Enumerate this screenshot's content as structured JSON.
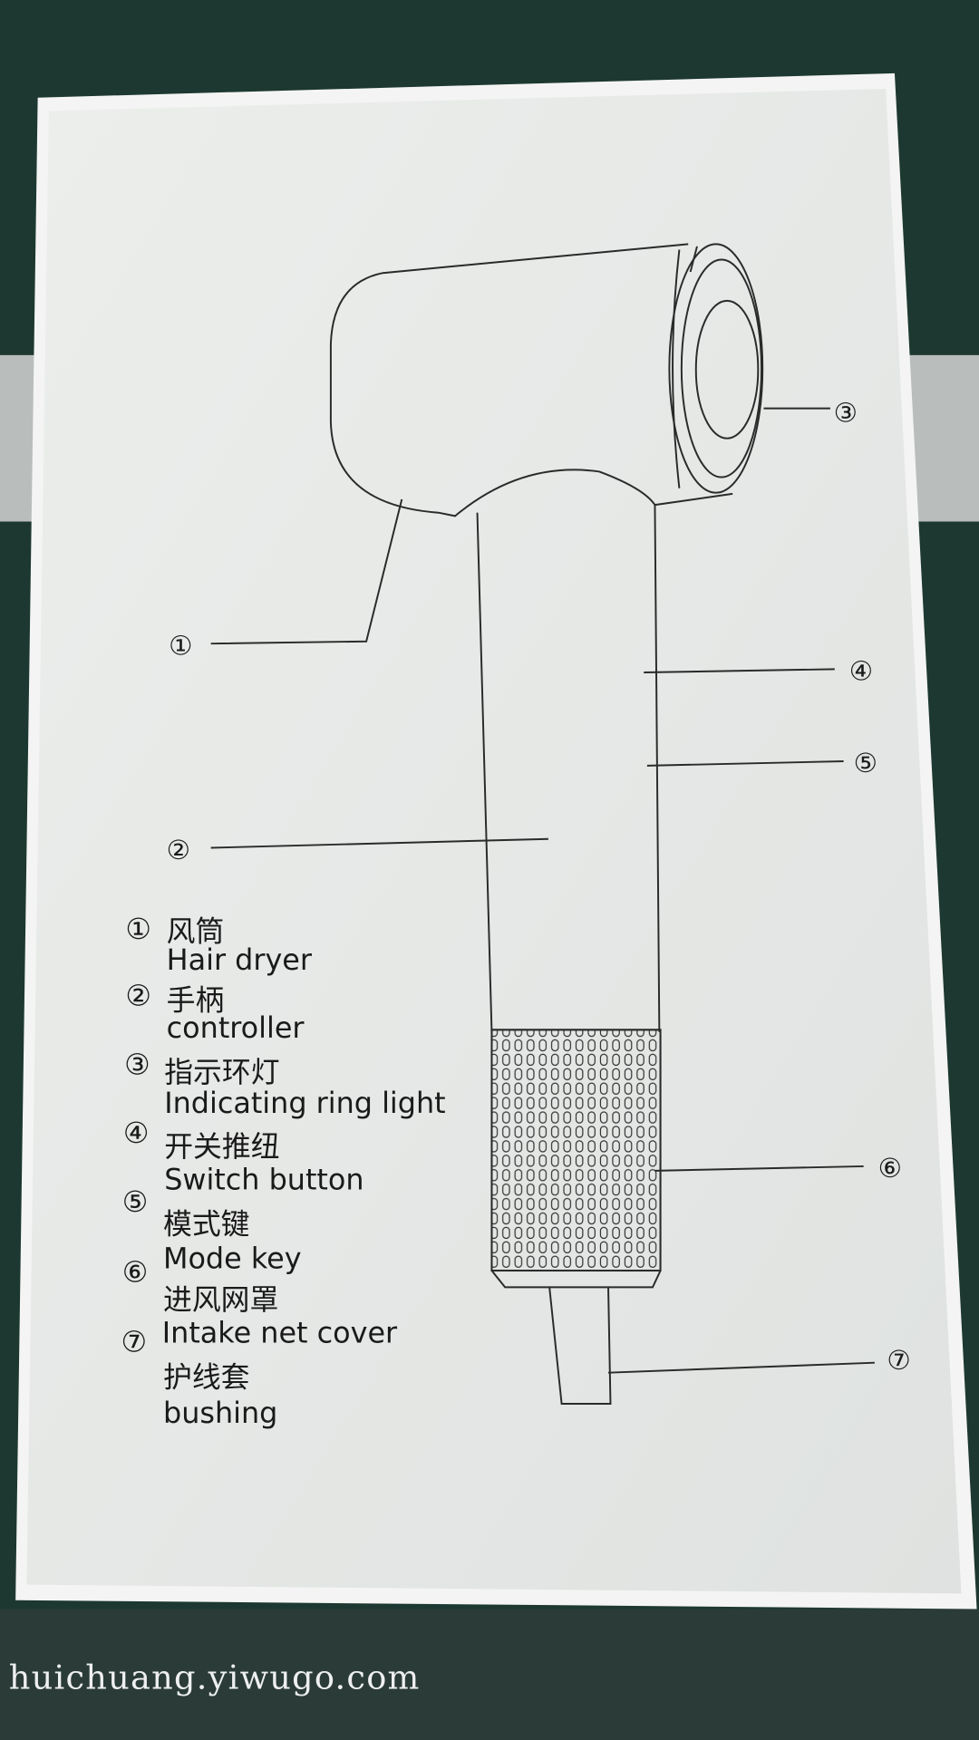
{
  "callouts": {
    "n1": "①",
    "n2": "②",
    "n3": "③",
    "n4": "④",
    "n5": "⑤",
    "n6": "⑥",
    "n7": "⑦"
  },
  "legend": {
    "items": [
      {
        "num": "①",
        "zh": "风筒",
        "en": "Hair dryer"
      },
      {
        "num": "②",
        "zh": "手柄",
        "en": "controller"
      },
      {
        "num": "③",
        "zh": "指示环灯",
        "en": "Indicating ring light"
      },
      {
        "num": "④",
        "zh": "开关推纽",
        "en": "Switch button"
      },
      {
        "num": "⑤",
        "zh": "模式键",
        "en": "Mode key"
      },
      {
        "num": "⑥",
        "zh": "进风网罩",
        "en": "Intake net cover"
      },
      {
        "num": "⑦",
        "zh": "护线套",
        "en": "bushing"
      }
    ]
  },
  "watermark": "huichuang.yiwugo.com",
  "colors": {
    "background": "#1d3830",
    "box": "#e7e9e7",
    "line": "#2a2a2a"
  }
}
